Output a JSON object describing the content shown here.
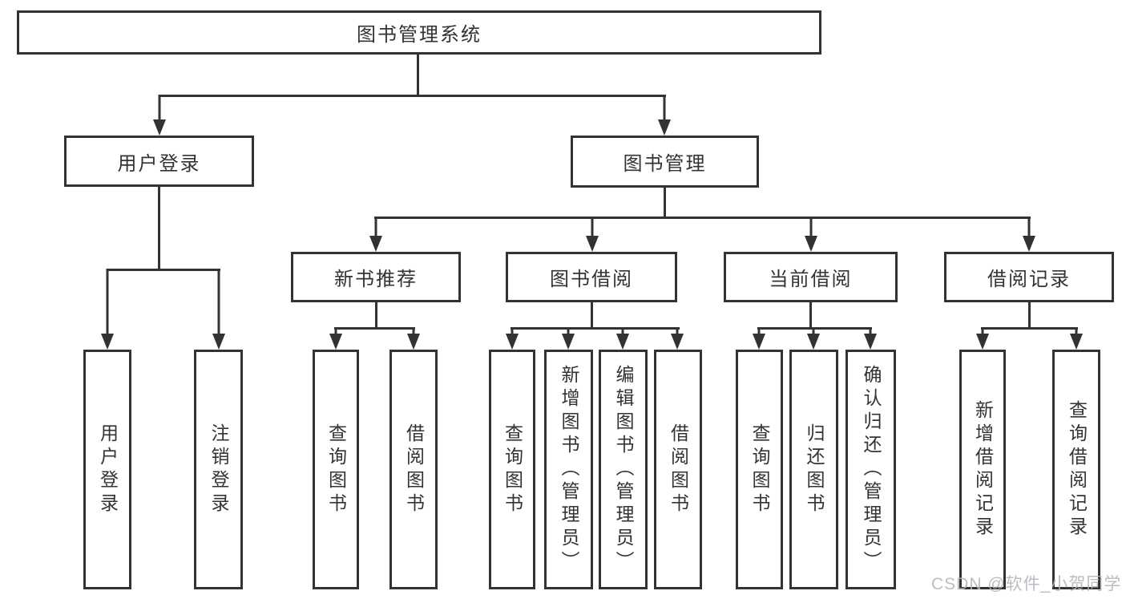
{
  "colors": {
    "line": "#333333",
    "text": "#333333",
    "background": "#ffffff",
    "watermark": "#b0b4b9"
  },
  "watermark": {
    "text": "CSDN @软件_小贺同学"
  },
  "diagram": {
    "root": {
      "label": "图书管理系统",
      "children": [
        {
          "label": "用户登录",
          "children": [
            {
              "label": "用户登录"
            },
            {
              "label": "注销登录"
            }
          ]
        },
        {
          "label": "图书管理",
          "children": [
            {
              "label": "新书推荐",
              "children": [
                {
                  "label": "查询图书"
                },
                {
                  "label": "借阅图书"
                }
              ]
            },
            {
              "label": "图书借阅",
              "children": [
                {
                  "label": "查询图书"
                },
                {
                  "label": "新增图书（管理员）"
                },
                {
                  "label": "编辑图书（管理员）"
                },
                {
                  "label": "借阅图书"
                }
              ]
            },
            {
              "label": "当前借阅",
              "children": [
                {
                  "label": "查询图书"
                },
                {
                  "label": "归还图书"
                },
                {
                  "label": "确认归还（管理员）"
                }
              ]
            },
            {
              "label": "借阅记录",
              "children": [
                {
                  "label": "新增借阅记录"
                },
                {
                  "label": "查询借阅记录"
                }
              ]
            }
          ]
        }
      ]
    }
  }
}
